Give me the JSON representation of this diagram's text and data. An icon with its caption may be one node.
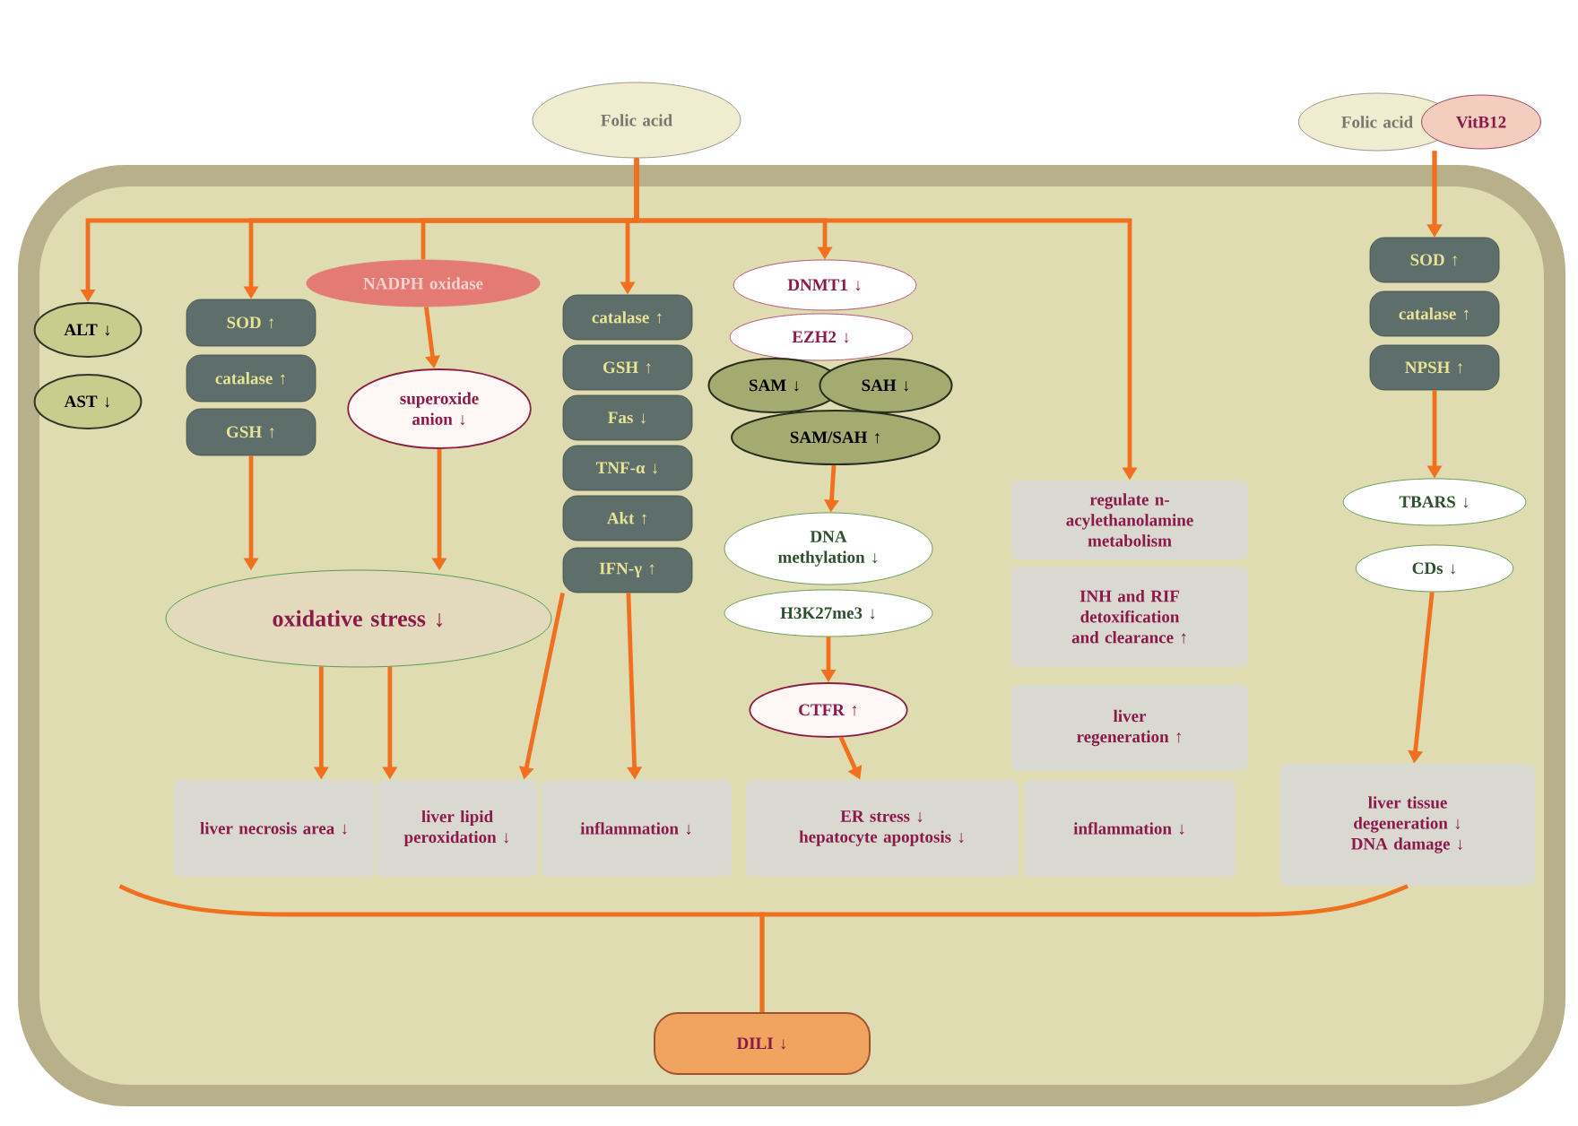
{
  "diagram": {
    "nodes": [
      {
        "text": [
          "Folic acid"
        ]
      },
      {
        "text": [
          "ALT ↓"
        ]
      },
      {
        "text": [
          "AST ↓"
        ]
      },
      {
        "text": [
          "SOD ↑"
        ]
      },
      {
        "text": [
          "catalase ↑"
        ]
      },
      {
        "text": [
          "GSH ↑"
        ]
      },
      {
        "text": [
          "NADPH oxidase"
        ]
      },
      {
        "text": [
          "superoxide anion ↓"
        ]
      },
      {
        "text": [
          "catalase ↑"
        ]
      },
      {
        "text": [
          "GSH ↑"
        ]
      },
      {
        "text": [
          "Fas ↓"
        ]
      },
      {
        "text": [
          "TNF-α ↓"
        ]
      },
      {
        "text": [
          "Akt ↑"
        ]
      },
      {
        "text": [
          "IFN-γ ↑"
        ]
      },
      {
        "text": [
          "DNMT1 ↓"
        ]
      },
      {
        "text": [
          "EZH2 ↓"
        ]
      },
      {
        "text": [
          "SAM ↓"
        ]
      },
      {
        "text": [
          "SAH ↓"
        ]
      },
      {
        "text": [
          "SAM/SAH ↑"
        ]
      },
      {
        "text": [
          "DNA methylation ↓"
        ]
      },
      {
        "text": [
          "H3K27me3 ↓"
        ]
      },
      {
        "text": [
          "CTFR ↑"
        ]
      },
      {
        "text": [
          "regulate n-acylethanolamine metabolism"
        ]
      },
      {
        "text": [
          "INH and RIF detoxification and clearance ↑"
        ]
      },
      {
        "text": [
          "liver regeneration ↑"
        ]
      },
      {
        "text": [
          "Folic acid"
        ]
      },
      {
        "text": [
          "VitB12"
        ]
      },
      {
        "text": [
          "SOD ↑"
        ]
      },
      {
        "text": [
          "catalase ↑"
        ]
      },
      {
        "text": [
          "NPSH ↑"
        ]
      },
      {
        "text": [
          "TBARS ↓"
        ]
      },
      {
        "text": [
          "CDs ↓"
        ]
      },
      {
        "text": [
          "oxidative stress ↓"
        ]
      },
      {
        "text": [
          "liver necrosis area ↓"
        ]
      },
      {
        "text": [
          "liver lipid peroxidation ↓"
        ]
      },
      {
        "text": [
          "inflammation ↓"
        ]
      },
      {
        "text": [
          "ER stress ↓",
          "hepatocyte apoptosis ↓"
        ]
      },
      {
        "text": [
          "inflammation ↓"
        ]
      },
      {
        "text": [
          "liver tissue degeneration ↓",
          "DNA damage ↓"
        ]
      },
      {
        "text": [
          "DILI ↓"
        ]
      }
    ],
    "edges": [
      {
        "from": 0,
        "to": 1,
        "arrow": "to"
      },
      {
        "from": 0,
        "to": 3,
        "arrow": "to"
      },
      {
        "from": 0,
        "to": 6,
        "arrow": "none"
      },
      {
        "from": 6,
        "to": 7,
        "arrow": "to"
      },
      {
        "from": 0,
        "to": 8,
        "arrow": "to"
      },
      {
        "from": 0,
        "to": 14,
        "arrow": "to"
      },
      {
        "from": 0,
        "to": 22,
        "arrow": "to"
      },
      {
        "from": 5,
        "to": 32,
        "arrow": "to"
      },
      {
        "from": 7,
        "to": 32,
        "arrow": "to"
      },
      {
        "from": 32,
        "to": 33,
        "arrow": "to"
      },
      {
        "from": 32,
        "to": 34,
        "arrow": "to"
      },
      {
        "from": 13,
        "to": 34,
        "arrow": "to"
      },
      {
        "from": 13,
        "to": 35,
        "arrow": "to"
      },
      {
        "from": 18,
        "to": 19,
        "arrow": "to"
      },
      {
        "from": 20,
        "to": 21,
        "arrow": "to"
      },
      {
        "from": 21,
        "to": 36,
        "arrow": "to"
      },
      {
        "from": 25,
        "to": 27,
        "arrow": "to"
      },
      {
        "from": 26,
        "to": 27,
        "arrow": "to"
      },
      {
        "from": 29,
        "to": 30,
        "arrow": "to"
      },
      {
        "from": 31,
        "to": 38,
        "arrow": "to"
      },
      {
        "from": 33,
        "to": 39,
        "arrow": "none"
      },
      {
        "from": 38,
        "to": 39,
        "arrow": "none"
      }
    ]
  }
}
